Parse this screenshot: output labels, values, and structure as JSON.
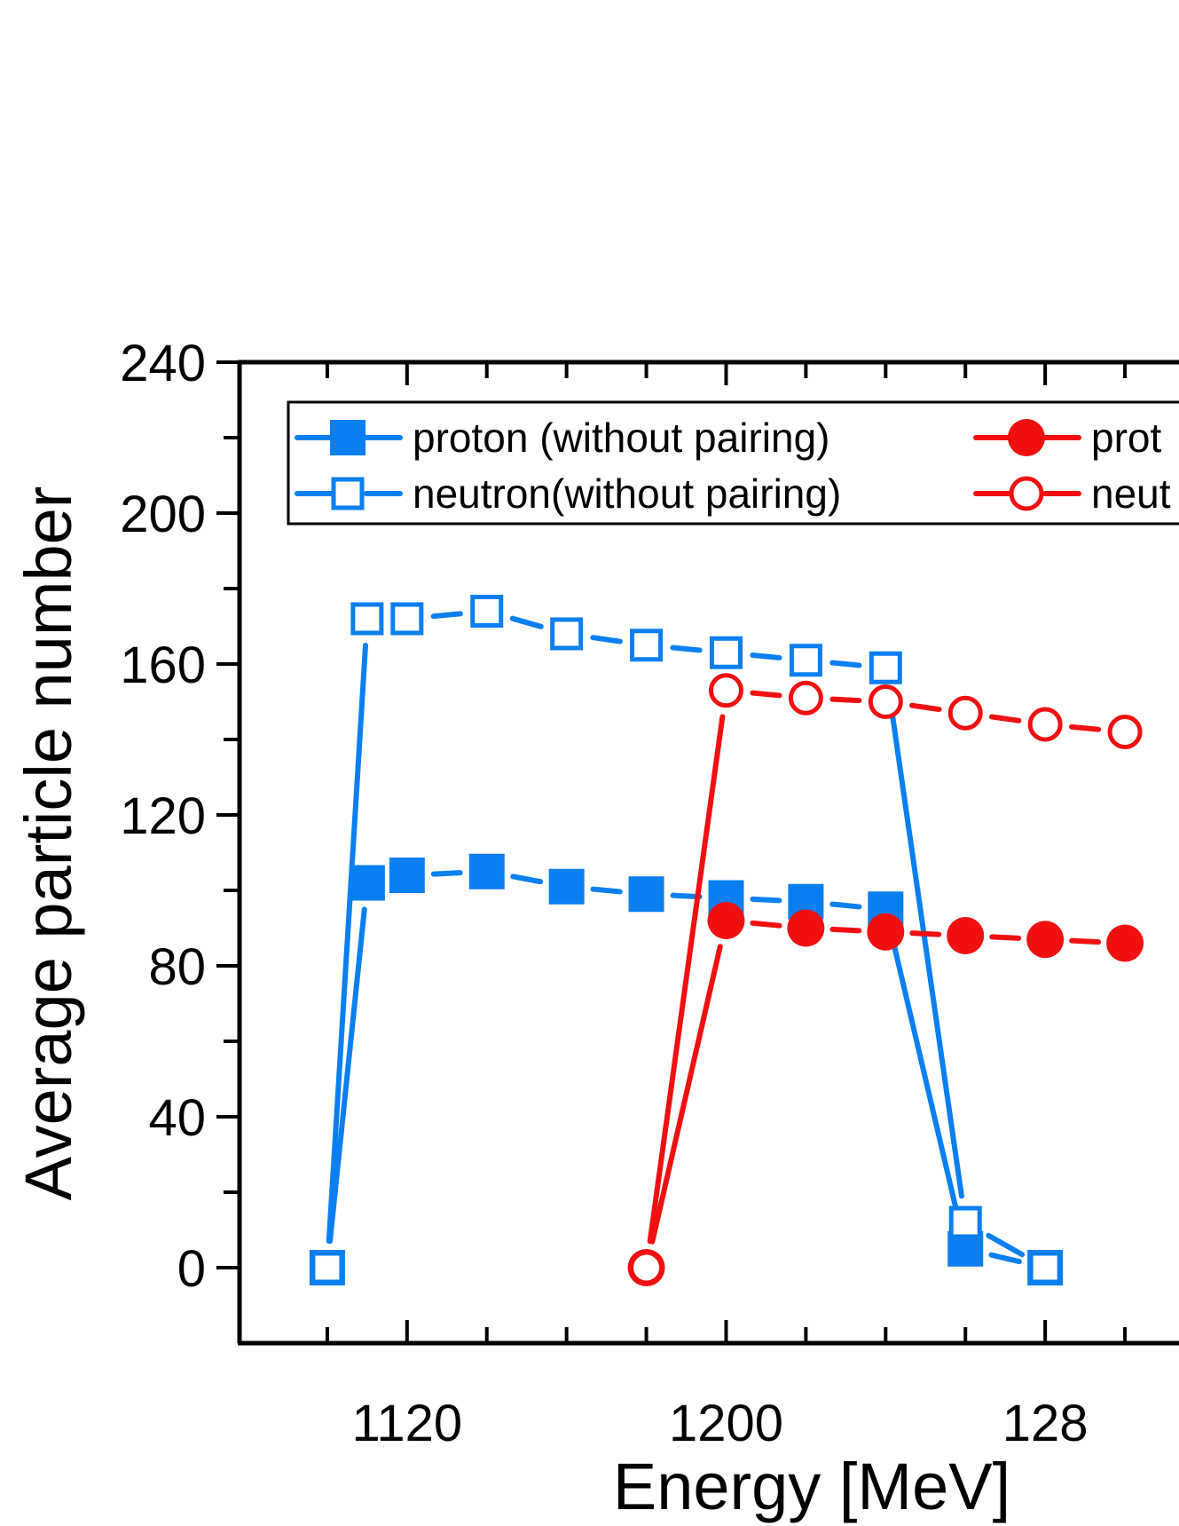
{
  "chart_data": {
    "type": "line",
    "xlabel": "Energy [MeV]",
    "ylabel": "Average particle number",
    "xlim": [
      1078,
      1318
    ],
    "ylim": [
      -20,
      240
    ],
    "x_ticks": [
      1120,
      1200,
      1280
    ],
    "x_tick_labels": [
      "1120",
      "1200",
      "128"
    ],
    "y_ticks": [
      0,
      40,
      80,
      120,
      160,
      200,
      240
    ],
    "x_minor_step": 20,
    "y_minor_step": 20,
    "grid": false,
    "legend_position": "top",
    "series": [
      {
        "name": "proton  (without pairing)",
        "color": "#0a7ff0",
        "marker": "square-filled",
        "x": [
          1100,
          1110,
          1120,
          1140,
          1160,
          1180,
          1200,
          1220,
          1240,
          1260,
          1280
        ],
        "y": [
          0,
          102,
          104,
          105,
          101,
          99,
          98,
          97,
          95,
          5,
          0
        ]
      },
      {
        "name": "neutron(without pairing)",
        "color": "#0a7ff0",
        "marker": "square-open",
        "x": [
          1100,
          1110,
          1120,
          1140,
          1160,
          1180,
          1200,
          1220,
          1240,
          1260,
          1280
        ],
        "y": [
          0,
          172,
          172,
          174,
          168,
          165,
          163,
          161,
          159,
          12,
          0
        ]
      },
      {
        "name": "prot",
        "color": "#f01010",
        "marker": "circle-filled",
        "x": [
          1180,
          1200,
          1220,
          1240,
          1260,
          1280,
          1300
        ],
        "y": [
          0,
          92,
          90,
          89,
          88,
          87,
          86
        ]
      },
      {
        "name": "neut",
        "color": "#f01010",
        "marker": "circle-open",
        "x": [
          1180,
          1200,
          1220,
          1240,
          1260,
          1280,
          1300
        ],
        "y": [
          0,
          153,
          151,
          150,
          147,
          144,
          142
        ]
      }
    ]
  }
}
